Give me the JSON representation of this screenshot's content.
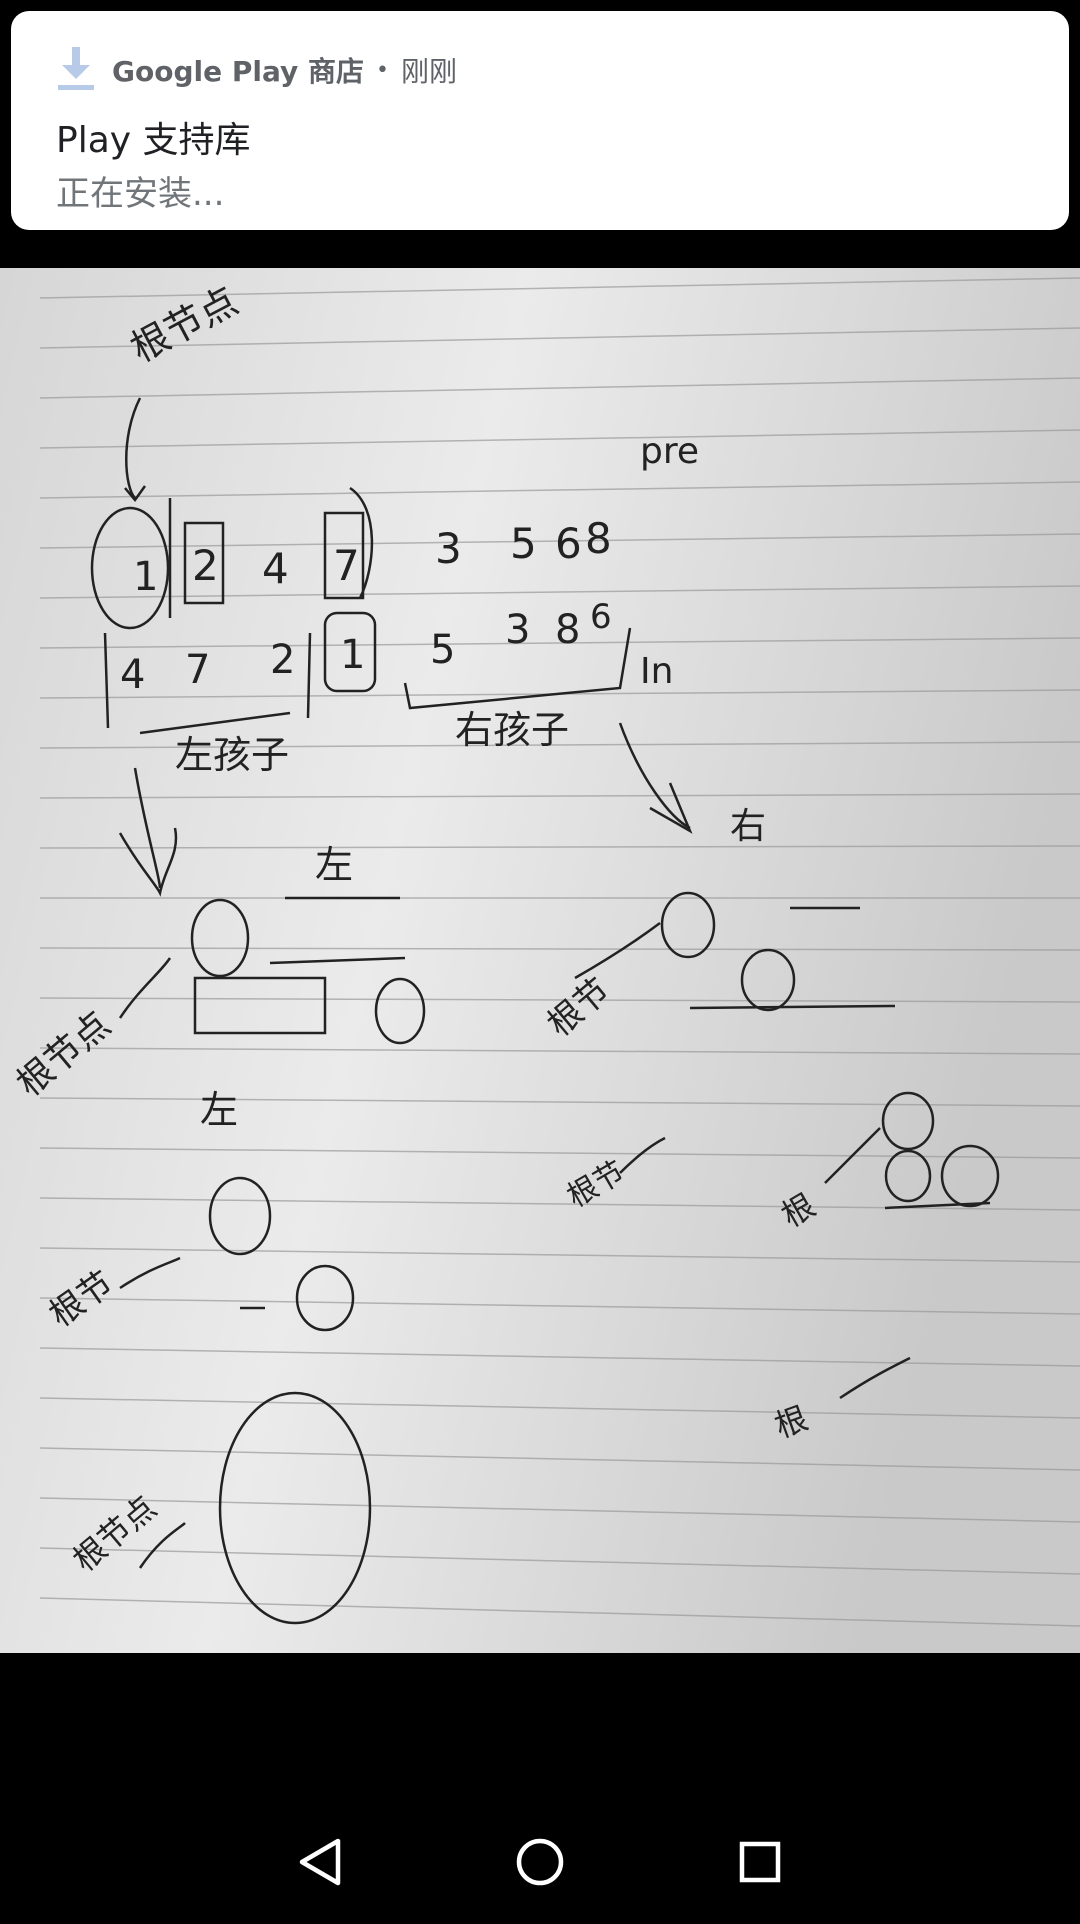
{
  "notification": {
    "app_name": "Google Play 商店",
    "separator": "•",
    "time": "刚刚",
    "title": "Play 支持库",
    "text": "正在安装..."
  },
  "photo": {
    "labels": {
      "root_node": "根节点",
      "pre": "pre",
      "in": "In",
      "left_child": "左孩子",
      "right_child": "右孩子",
      "left": "左",
      "right": "右",
      "root_short": "根节",
      "root_only": "根"
    },
    "digits": {
      "pre_1": "1",
      "pre_2": "2",
      "pre_4": "4",
      "pre_7": "7",
      "pre_3": "3",
      "pre_5": "5",
      "pre_6": "6",
      "pre_8": "8",
      "in_4": "4",
      "in_7": "7",
      "in_2": "2",
      "in_1": "1",
      "in_5": "5",
      "in_3": "3",
      "in_8": "8",
      "in_6": "6"
    }
  },
  "navbar": {
    "back_icon": "back-triangle",
    "home_icon": "home-circle",
    "recents_icon": "recents-square"
  }
}
